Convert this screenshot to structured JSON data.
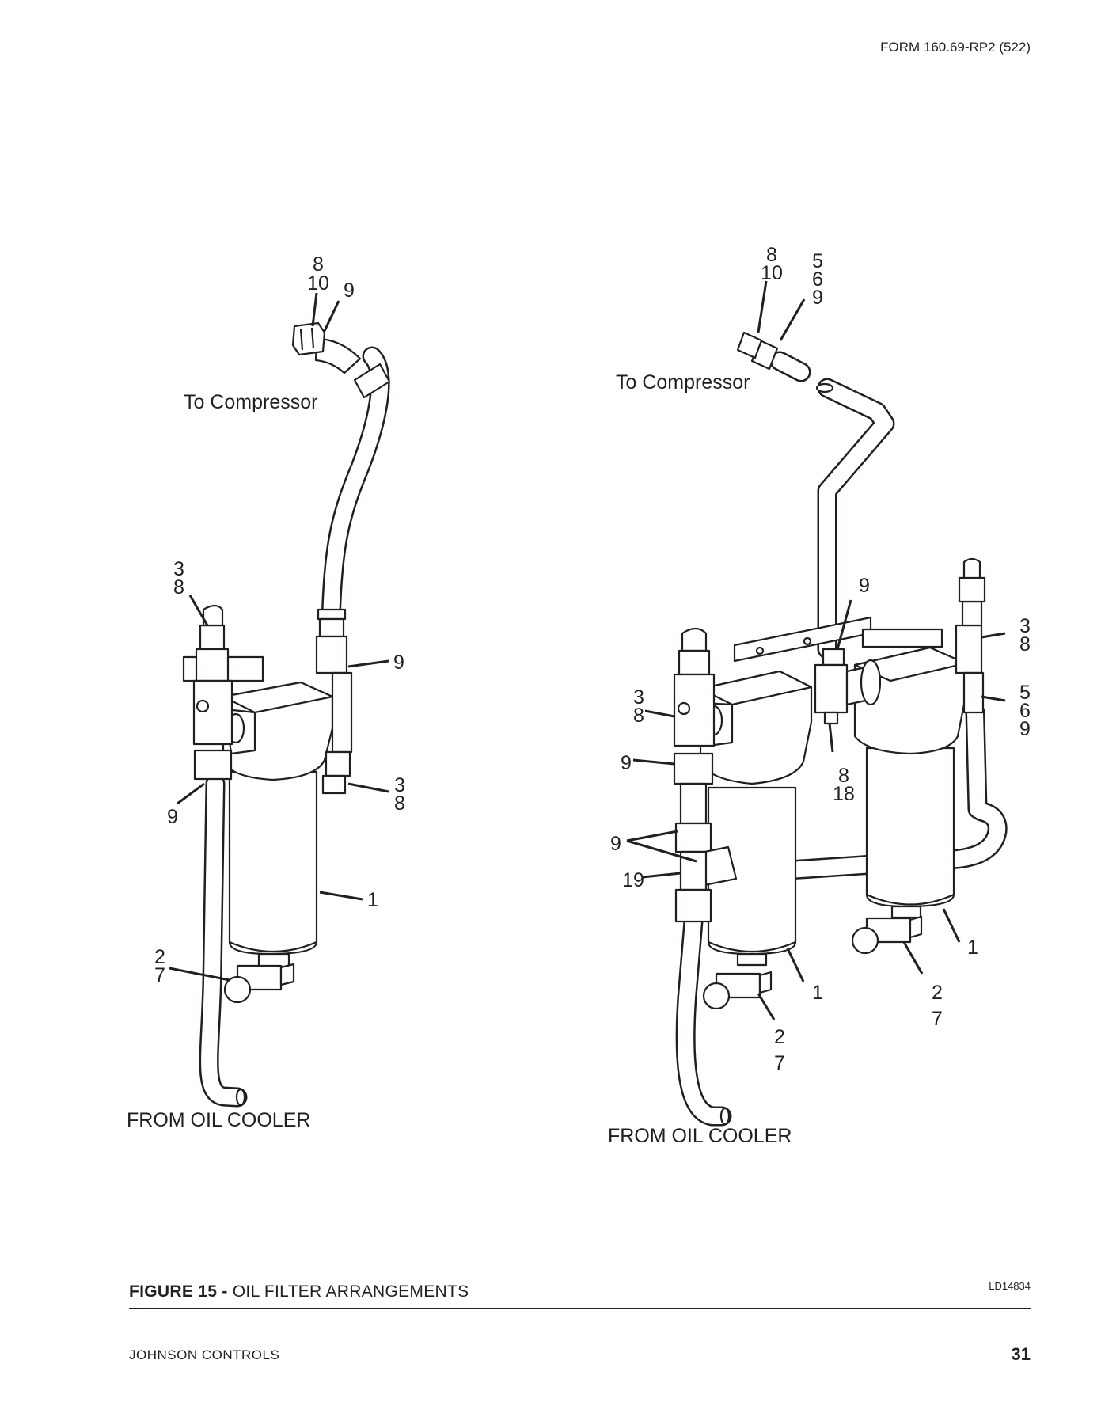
{
  "header": {
    "form": "FORM 160.69-RP2 (522)"
  },
  "figure": {
    "left": {
      "to_label": "To Compressor",
      "from_label": "FROM OIL COOLER",
      "callouts": {
        "top_a": "8",
        "top_b": "10",
        "top_c": "9",
        "valve_a": "3",
        "valve_b": "8",
        "right9": "9",
        "right38_a": "3",
        "right38_b": "8",
        "left9": "9",
        "one": "1",
        "drain_a": "2",
        "drain_b": "7"
      }
    },
    "right": {
      "to_label": "To Compressor",
      "from_label": "FROM OIL COOLER",
      "callouts": {
        "top_a": "8",
        "top_b": "10",
        "top_c": "5",
        "top_d": "6",
        "top_e": "9",
        "mid9": "9",
        "rt_a": "3",
        "rt_b": "8",
        "rt2_a": "5",
        "rt2_b": "6",
        "rt2_c": "9",
        "lt_a": "3",
        "lt_b": "8",
        "l9a": "9",
        "m8_a": "8",
        "m8_b": "18",
        "l9b": "9",
        "l19": "19",
        "one_a": "1",
        "one_b": "1",
        "d1_a": "2",
        "d1_b": "7",
        "d2_a": "2",
        "d2_b": "7"
      }
    }
  },
  "caption": {
    "figure_no": "FIGURE 15 -",
    "title": "OIL FILTER ARRANGEMENTS",
    "code": "LD14834"
  },
  "footer": {
    "company": "JOHNSON CONTROLS",
    "page": "31"
  }
}
